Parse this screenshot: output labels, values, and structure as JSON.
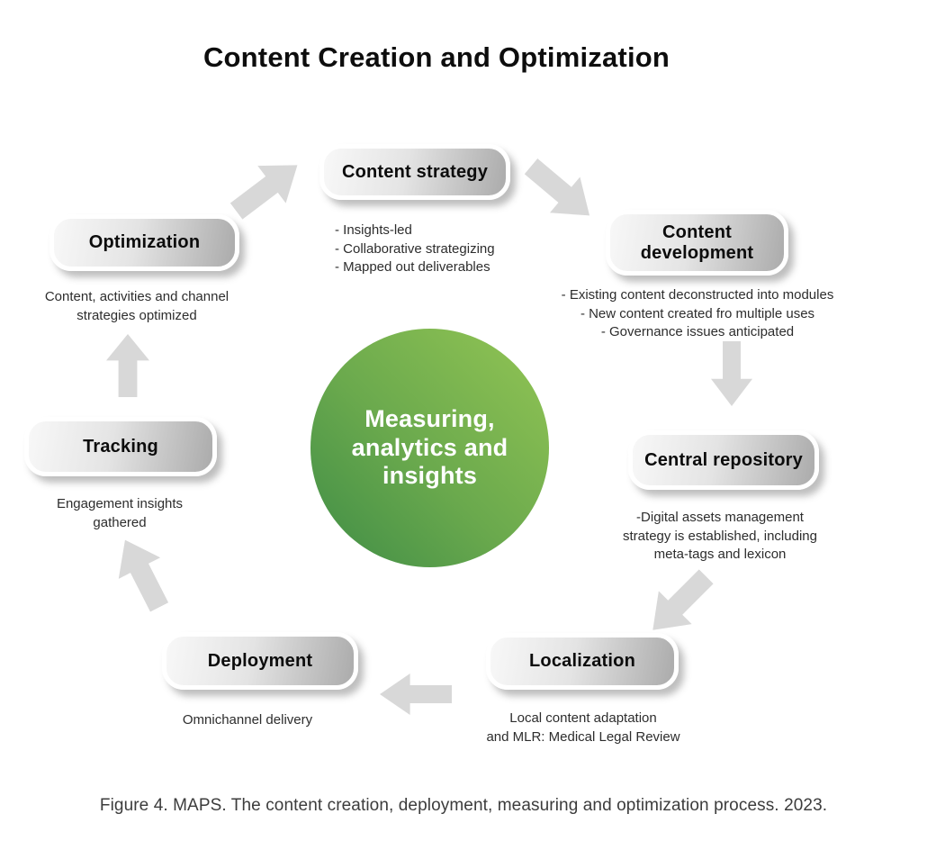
{
  "title": "Content Creation and Optimization",
  "center": {
    "label": "Measuring,\nanalytics and\ninsights"
  },
  "nodes": [
    {
      "id": "content-strategy",
      "label": "Content strategy",
      "details": "- Insights-led\n- Collaborative strategizing\n- Mapped out deliverables"
    },
    {
      "id": "content-development",
      "label": "Content\ndevelopment",
      "details": "- Existing content deconstructed into modules\n- New content created fro multiple uses\n- Governance issues anticipated"
    },
    {
      "id": "central-repository",
      "label": "Central repository",
      "details": "-Digital assets management\nstrategy is established, including\nmeta-tags and lexicon"
    },
    {
      "id": "localization",
      "label": "Localization",
      "details": "Local content adaptation\nand MLR: Medical Legal Review"
    },
    {
      "id": "deployment",
      "label": "Deployment",
      "details": "Omnichannel delivery"
    },
    {
      "id": "tracking",
      "label": "Tracking",
      "details": "Engagement insights\ngathered"
    },
    {
      "id": "optimization",
      "label": "Optimization",
      "details": "Content, activities and channel\nstrategies optimized"
    }
  ],
  "arrows": [
    {
      "id": "optimization-to-content-strategy",
      "direction": "up-right"
    },
    {
      "id": "content-strategy-to-content-development",
      "direction": "down-right"
    },
    {
      "id": "content-development-to-central-repository",
      "direction": "down"
    },
    {
      "id": "central-repository-to-localization",
      "direction": "down-left"
    },
    {
      "id": "localization-to-deployment",
      "direction": "left"
    },
    {
      "id": "deployment-to-tracking",
      "direction": "up-left"
    },
    {
      "id": "tracking-to-optimization",
      "direction": "up"
    }
  ],
  "caption": "Figure 4. MAPS. The content creation, deployment, measuring and optimization process. 2023.",
  "colors": {
    "circle_gradient_light": "#93c554",
    "circle_gradient_dark": "#3e8c46",
    "arrow_gray": "#d8d8d8",
    "pill_gradient_light": "#f8f8f8",
    "pill_gradient_dark": "#ababab",
    "text_black": "#0d0d0d"
  }
}
